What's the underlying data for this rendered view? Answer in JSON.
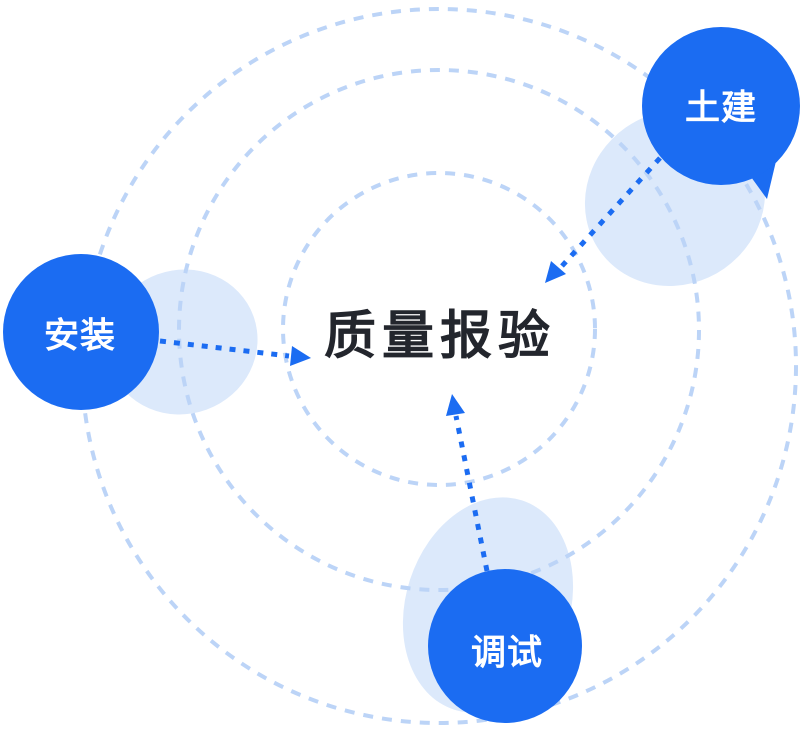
{
  "diagram": {
    "type": "hub-and-spoke",
    "center_label": "质量报验",
    "nodes": [
      {
        "id": "tujian",
        "label": "土建",
        "position": "top-right"
      },
      {
        "id": "anzhuang",
        "label": "安装",
        "position": "left"
      },
      {
        "id": "tiaoshi",
        "label": "调试",
        "position": "bottom"
      }
    ],
    "arrows": [
      {
        "from": "土建",
        "to": "质量报验"
      },
      {
        "from": "安装",
        "to": "质量报验"
      },
      {
        "from": "调试",
        "to": "质量报验"
      }
    ],
    "colors": {
      "node_fill": "#1b6cf2",
      "arrow": "#1b6cf2",
      "ring_stroke": "#bcd4f7",
      "blob_fill": "#dce9fb",
      "center_text": "#23262d",
      "node_text": "#ffffff",
      "background": "#ffffff"
    }
  }
}
